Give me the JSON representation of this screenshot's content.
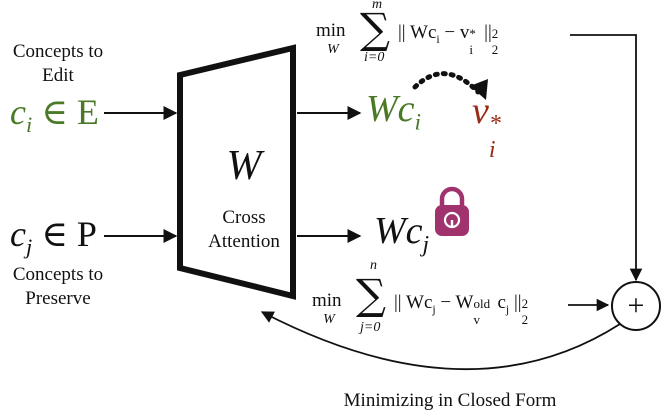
{
  "inputs": {
    "edit_label": "Concepts to\nEdit",
    "edit_var": "c",
    "edit_sub": "i",
    "edit_set": "∈ E",
    "preserve_var": "c",
    "preserve_sub": "j",
    "preserve_set": "∈ P",
    "preserve_label": "Concepts to\nPreserve"
  },
  "block": {
    "symbol": "W",
    "label": "Cross\nAttention"
  },
  "outputs": {
    "edit_W": "W",
    "edit_c": "c",
    "edit_sub": "i",
    "target_v": "v",
    "target_sup": "*",
    "target_sub": "i",
    "preserve_W": "W",
    "preserve_c": "c",
    "preserve_sub": "j"
  },
  "objective_edit": {
    "min": "min",
    "min_sub": "W",
    "sum_upper": "m",
    "sum_lower": "i=0",
    "body": "|| Wc",
    "body_sub": "i",
    "minus": " − v",
    "v_sup": "*",
    "v_sub": "i",
    "norm": " ||",
    "norm_sup": "2",
    "norm_sub": "2"
  },
  "objective_preserve": {
    "min": "min",
    "min_sub": "W",
    "sum_upper": "n",
    "sum_lower": "j=0",
    "body": "|| Wc",
    "body_sub": "j",
    "minus": " − W",
    "w_sup": "old",
    "w_sub": "v",
    "c": "c",
    "c_sub": "j",
    "norm": " ||",
    "norm_sup": "2",
    "norm_sub": "2"
  },
  "combine": {
    "symbol": "+"
  },
  "footer": {
    "caption": "Minimizing in Closed Form"
  },
  "colors": {
    "edit": "#4a7a28",
    "target": "#9a2b16",
    "lock": "#a0336e",
    "line": "#111111"
  },
  "icons": {
    "lock": "lock-icon"
  }
}
